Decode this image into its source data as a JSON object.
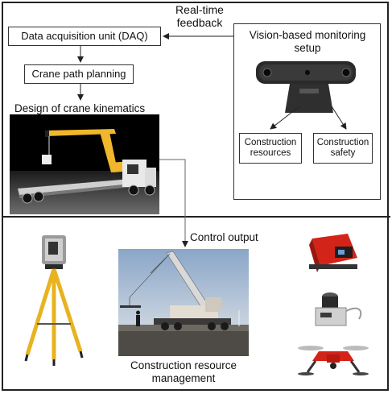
{
  "labels": {
    "feedback": "Real-time\nfeedback",
    "daq": "Data acquisition unit (DAQ)",
    "path": "Crane path planning",
    "kinematics": "Design of crane kinematics",
    "vision_title": "Vision-based monitoring\nsetup",
    "resources": "Construction\nresources",
    "safety": "Construction\nsafety",
    "control": "Control output",
    "management": "Construction resource\nmanagement"
  },
  "colors": {
    "boom_yellow": "#f0b62c",
    "tripod_yellow": "#e8b320",
    "dark": "#2a2a2a",
    "sky": "#9fb6d2",
    "lidar_red": "#d42318"
  },
  "icons": [
    "stereo-camera-icon",
    "laser-scanner-tripod-icon",
    "lidar-sensor-icon",
    "encoder-sensor-icon",
    "drone-icon"
  ]
}
